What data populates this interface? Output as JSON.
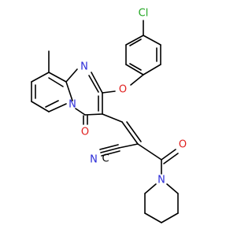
{
  "molecule": {
    "atoms": [
      {
        "id": "cl",
        "symbol": "Cl",
        "color": "#1fa51f"
      },
      {
        "id": "o_ether",
        "symbol": "O",
        "color": "#e0201f"
      },
      {
        "id": "n_ring_top",
        "symbol": "N",
        "color": "#2b2bd8"
      },
      {
        "id": "n_ring_bridge",
        "symbol": "N",
        "color": "#2b2bd8"
      },
      {
        "id": "o_ring_carbonyl",
        "symbol": "O",
        "color": "#e0201f"
      },
      {
        "id": "o_amide",
        "symbol": "O",
        "color": "#e0201f"
      },
      {
        "id": "n_nitrile",
        "symbol": "N",
        "color": "#2b2bd8"
      },
      {
        "id": "nitrile_carbon",
        "symbol": "C",
        "color": "#000000"
      },
      {
        "id": "n_piperidine",
        "symbol": "N",
        "color": "#2b2bd8"
      }
    ]
  }
}
